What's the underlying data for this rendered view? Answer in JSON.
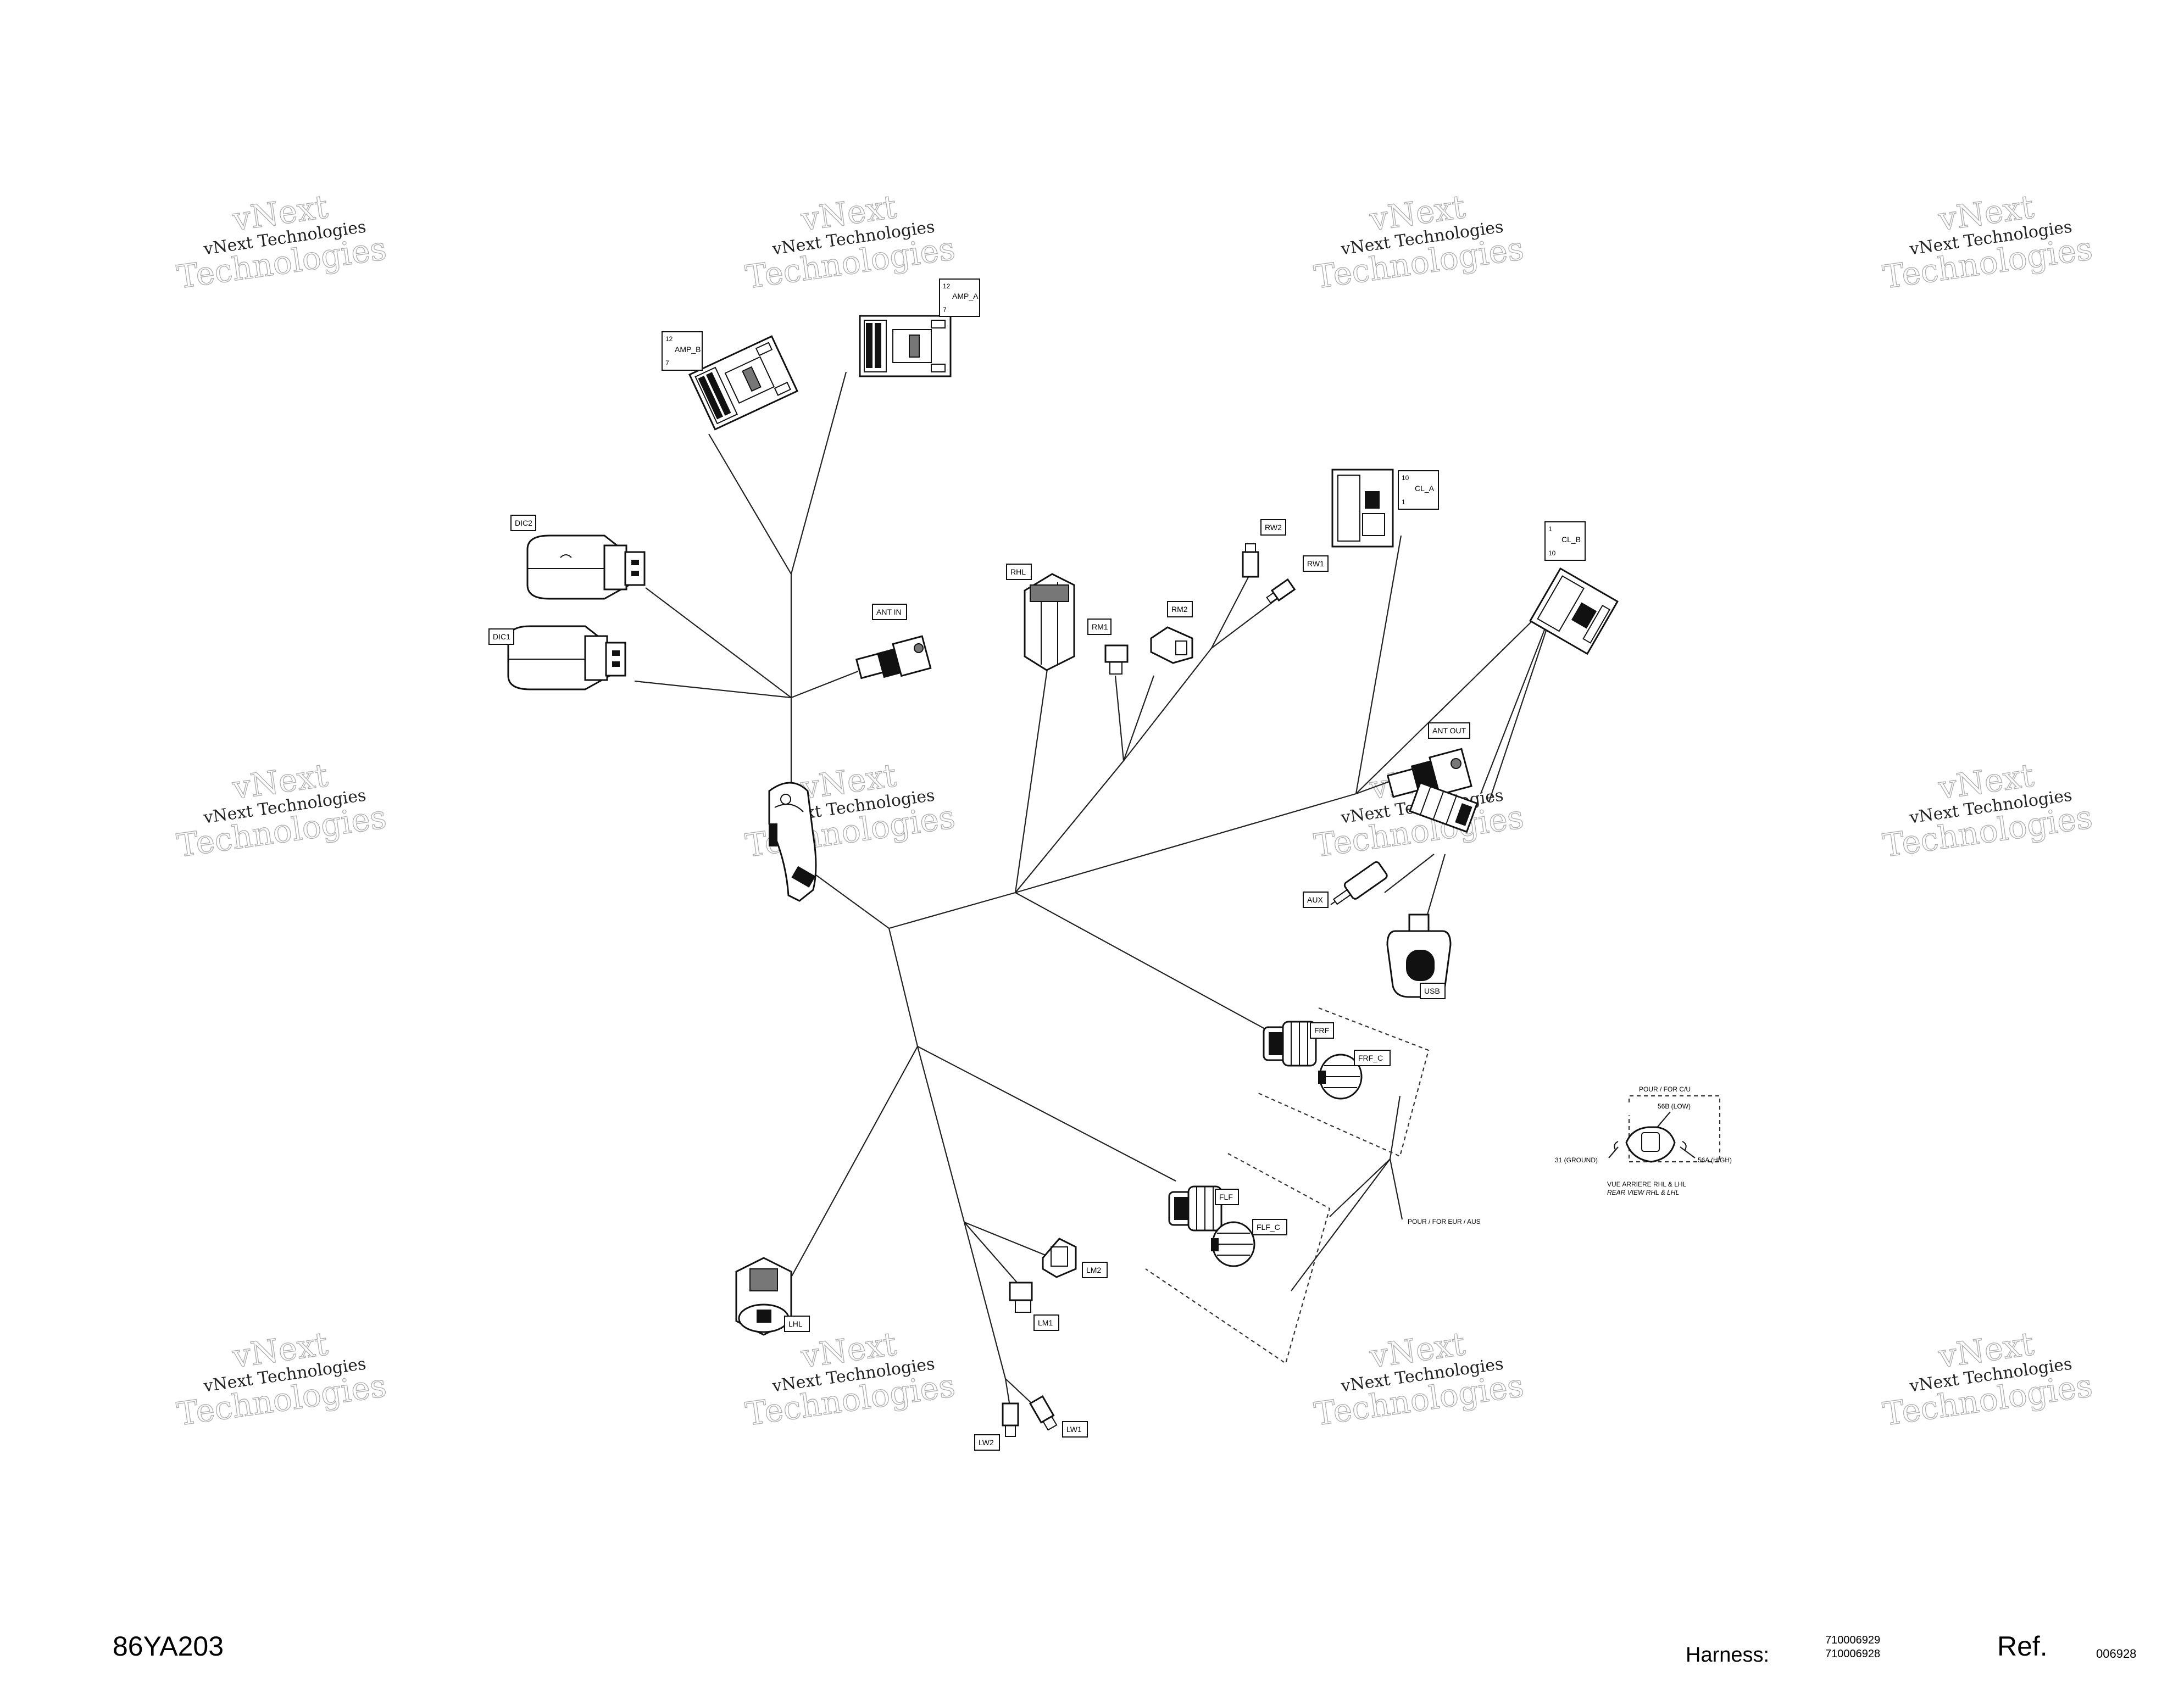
{
  "watermark": {
    "line1": "vNext",
    "line2": "vNext Technologies",
    "line3": "Technologies"
  },
  "connectors": {
    "amp_a": {
      "top": "12",
      "name": "AMP_A",
      "bottom": "7"
    },
    "amp_b": {
      "top": "12",
      "name": "AMP_B",
      "bottom": "7"
    },
    "cl_a": {
      "top": "10",
      "name": "CL_A",
      "bottom": "1"
    },
    "cl_b": {
      "top": "1",
      "name": "CL_B",
      "bottom": "10"
    },
    "dic2": "DIC2",
    "dic1": "DIC1",
    "ant_in": "ANT IN",
    "ant_out": "ANT OUT",
    "rhl": "RHL",
    "rm1": "RM1",
    "rm2": "RM2",
    "rw1": "RW1",
    "rw2": "RW2",
    "aux": "AUX",
    "usb": "USB",
    "frf": "FRF",
    "frf_c": "FRF_C",
    "flf": "FLF",
    "flf_c": "FLF_C",
    "lhl": "LHL",
    "lm1": "LM1",
    "lm2": "LM2",
    "lw1": "LW1",
    "lw2": "LW2"
  },
  "notes": {
    "pour_eur": "POUR / FOR EUR / AUS"
  },
  "inset": {
    "title": "POUR / FOR C/U",
    "pin_low": "56B (LOW)",
    "pin_ground": "31 (GROUND)",
    "pin_high": "56A (HIGH)",
    "caption1": "VUE ARRIERE RHL & LHL",
    "caption2": "REAR VIEW RHL & LHL"
  },
  "footer": {
    "drawing_no": "86YA203",
    "harness_label": "Harness:",
    "harness_no_1": "710006929",
    "harness_no_2": "710006928",
    "ref_label": "Ref.",
    "ref_no": "006928"
  }
}
